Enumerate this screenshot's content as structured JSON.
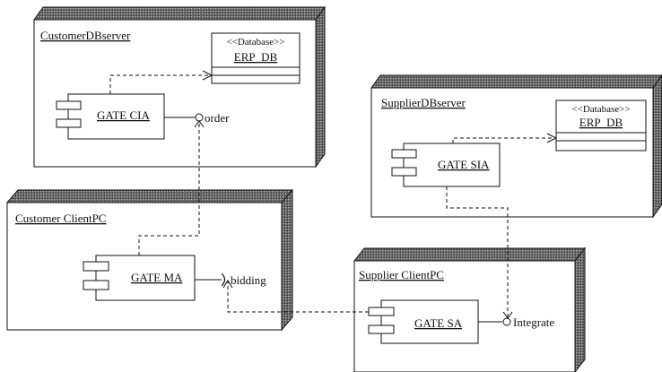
{
  "nodes": {
    "customer_db_server": "CustomerDBserver",
    "supplier_db_server": "SupplierDBserver",
    "customer_client_pc": "Customer ClientPC",
    "supplier_client_pc": "Supplier ClientPC"
  },
  "components": {
    "gate_cia": "GATE CIA",
    "gate_sia": "GATE SIA",
    "gate_ma": "GATE MA",
    "gate_sa": "GATE SA"
  },
  "databases": {
    "customer_db": {
      "stereotype": "<<Database>>",
      "name": "ERP_DB"
    },
    "supplier_db": {
      "stereotype": "<<Database>>",
      "name": "ERP_DB"
    }
  },
  "interfaces": {
    "order": "order",
    "bidding": "bidding",
    "integrate": "Integrate"
  },
  "colors": {
    "line": "#111111",
    "shade": "#555555",
    "background": "#ffffff"
  }
}
